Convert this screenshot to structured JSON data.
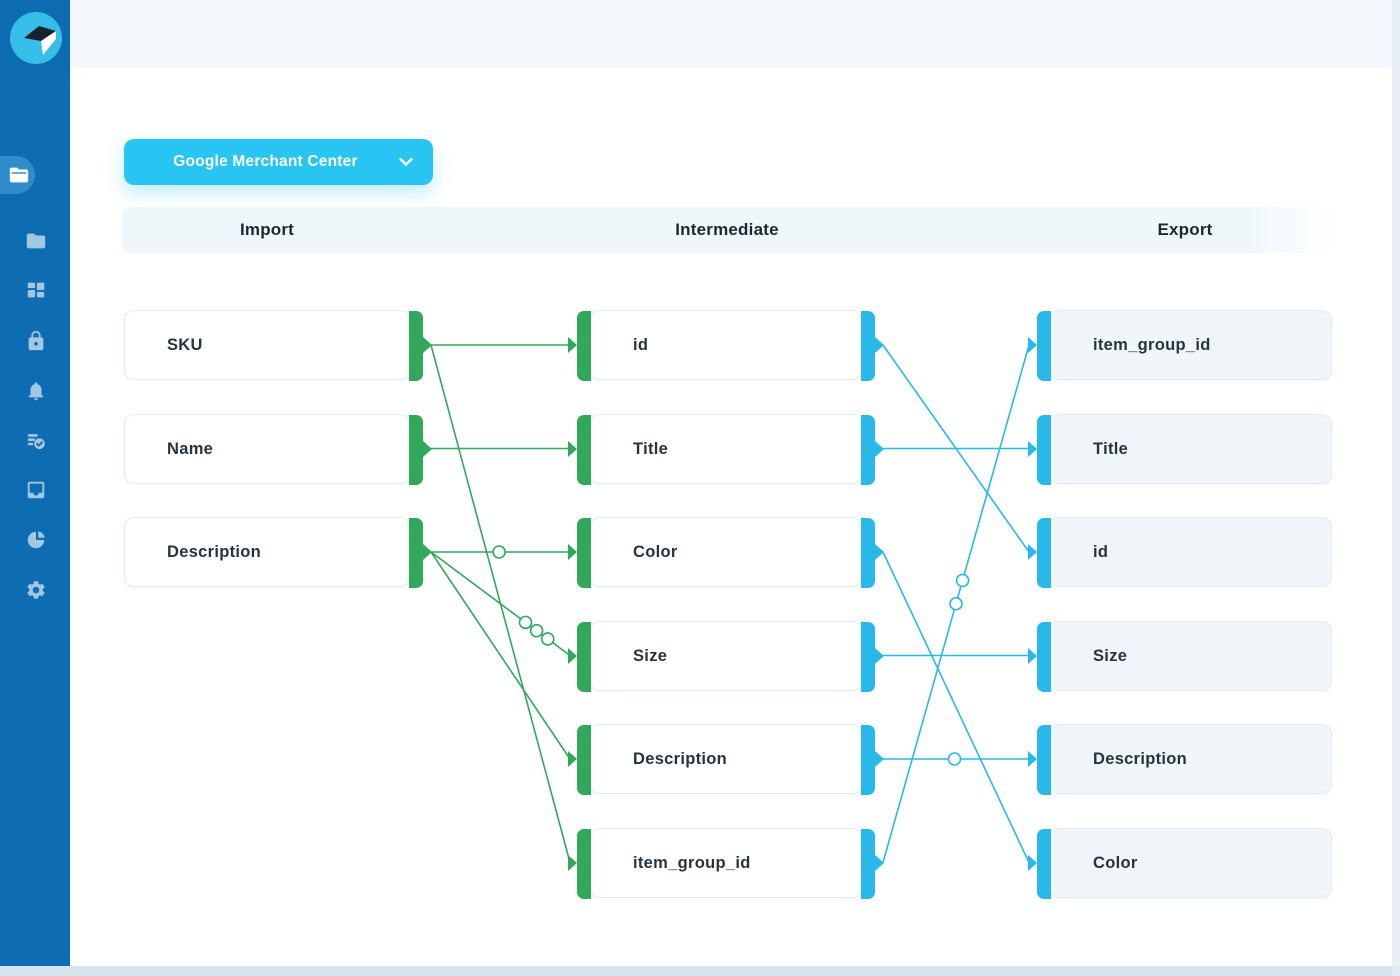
{
  "colors": {
    "sidebar": "#0D6CB2",
    "logo_circle": "#36BDE8",
    "active_pill": "#2F8CCB",
    "accent_cyan": "#28C4F2",
    "wire_green": "#31A85C",
    "wire_cyan": "#29B8EA",
    "top_band": "#F2F8FC",
    "header_bar": "#EFF7FB",
    "export_box_bg": "#F0F6FA",
    "bottom_strip": "#D7E4EE"
  },
  "sidebar": {
    "icons": [
      "app-logo-cube-icon",
      "folder-open-icon",
      "folder-icon",
      "layout-grid-icon",
      "lock-icon",
      "bell-icon",
      "task-history-icon",
      "archive-box-icon",
      "pie-chart-icon",
      "gear-icon"
    ],
    "active_index": 1
  },
  "toolbar": {
    "feed_selector_label": "Google Merchant Center",
    "chevron_icon": "chevron-down-icon"
  },
  "headers": {
    "import": "Import",
    "intermediate": "Intermediate",
    "export": "Export"
  },
  "mapping": {
    "import_fields": [
      "SKU",
      "Name",
      "Description"
    ],
    "intermediate_fields": [
      "id",
      "Title",
      "Color",
      "Size",
      "Description",
      "item_group_id"
    ],
    "export_fields": [
      "item_group_id",
      "Title",
      "id",
      "Size",
      "Description",
      "Color"
    ],
    "import_to_intermediate": [
      {
        "from": "SKU",
        "to": "id",
        "transform_markers": 0
      },
      {
        "from": "SKU",
        "to": "item_group_id",
        "transform_markers": 0
      },
      {
        "from": "Name",
        "to": "Title",
        "transform_markers": 0
      },
      {
        "from": "Description",
        "to": "Color",
        "transform_markers": 1
      },
      {
        "from": "Description",
        "to": "Size",
        "transform_markers": 3
      },
      {
        "from": "Description",
        "to": "Description",
        "transform_markers": 0
      }
    ],
    "intermediate_to_export": [
      {
        "from": "id",
        "to": "id",
        "transform_markers": 0
      },
      {
        "from": "Title",
        "to": "Title",
        "transform_markers": 0
      },
      {
        "from": "Color",
        "to": "Color",
        "transform_markers": 0
      },
      {
        "from": "Size",
        "to": "Size",
        "transform_markers": 0
      },
      {
        "from": "Description",
        "to": "Description",
        "transform_markers": 1
      },
      {
        "from": "item_group_id",
        "to": "item_group_id",
        "transform_markers": 2
      }
    ]
  }
}
